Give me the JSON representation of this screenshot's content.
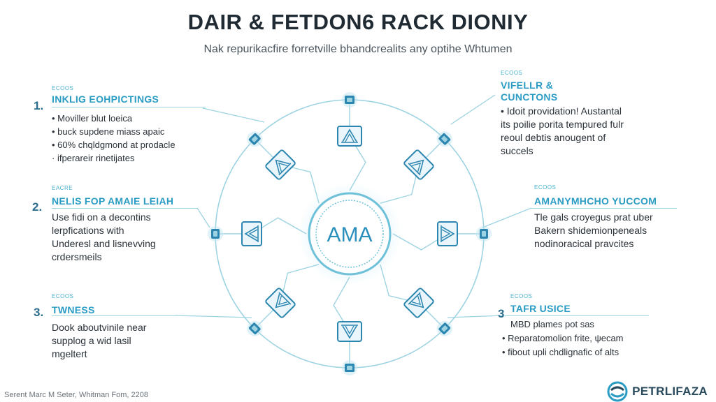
{
  "title": "DAIR & FETDON6 RACK DIONIY",
  "subtitle": "Nak repurikacfire forretville bhandcrealits any optihe Whtumen",
  "center_label": "AMA",
  "panels": {
    "left_top": {
      "tag": "ECOOS",
      "number": "1.",
      "heading": "INKLIG EOHPICTINGS",
      "bullets": [
        "• Moviller blut loeica",
        "• buck supdene miass apaic",
        "• 60% chqldgmond at prodacle",
        "· ifperareir rinetijates"
      ]
    },
    "left_mid": {
      "tag": "EACRE",
      "number": "2.",
      "heading": "NELIS FOP AMAIE LEIAH",
      "lines": [
        "Use fidi on a decontins",
        "lerpfications with",
        "Underesl and lisnevving",
        "crdersmeils"
      ]
    },
    "left_bot": {
      "tag": "ECOOS",
      "number": "3.",
      "heading": "TWNESS",
      "lines": [
        "Dook aboutvinile near",
        "supplog a wid lasil",
        "mgeltert"
      ]
    },
    "right_top": {
      "tag": "ECOOS",
      "heading1": "VIFELLR &",
      "heading2": "CUNCTONS",
      "lines": [
        "• Idoit providation! Austantal",
        "its poilie porita tempured fulr",
        "reoul debtis anougent of",
        "succels"
      ]
    },
    "right_mid": {
      "tag": "ECOOS",
      "heading": "AMANYMHCHO YUCCOM",
      "lines": [
        "Tle gals croyegus prat uber",
        "Bakern shidemionpeneals",
        "nodinoracical pravcites"
      ]
    },
    "right_bot": {
      "tag": "ECOOS",
      "number": "3",
      "heading": "TAFR USICE",
      "bullets": [
        "MBD plames pot sas",
        "• Reparatomolion frite, ψecam",
        "• fibout upli chdlignafic of alts"
      ]
    }
  },
  "footer": {
    "credit": "Serent Marc M Seter, Whitman Fom, 2208",
    "brand": "PETRLIFAZA"
  },
  "colors": {
    "accent": "#2a9cc4",
    "accent_light": "#9ed3e2",
    "dark": "#1f2a33",
    "node_fill": "#3d9dc6"
  },
  "icons": [
    "device-icon",
    "brand-logo-icon"
  ]
}
